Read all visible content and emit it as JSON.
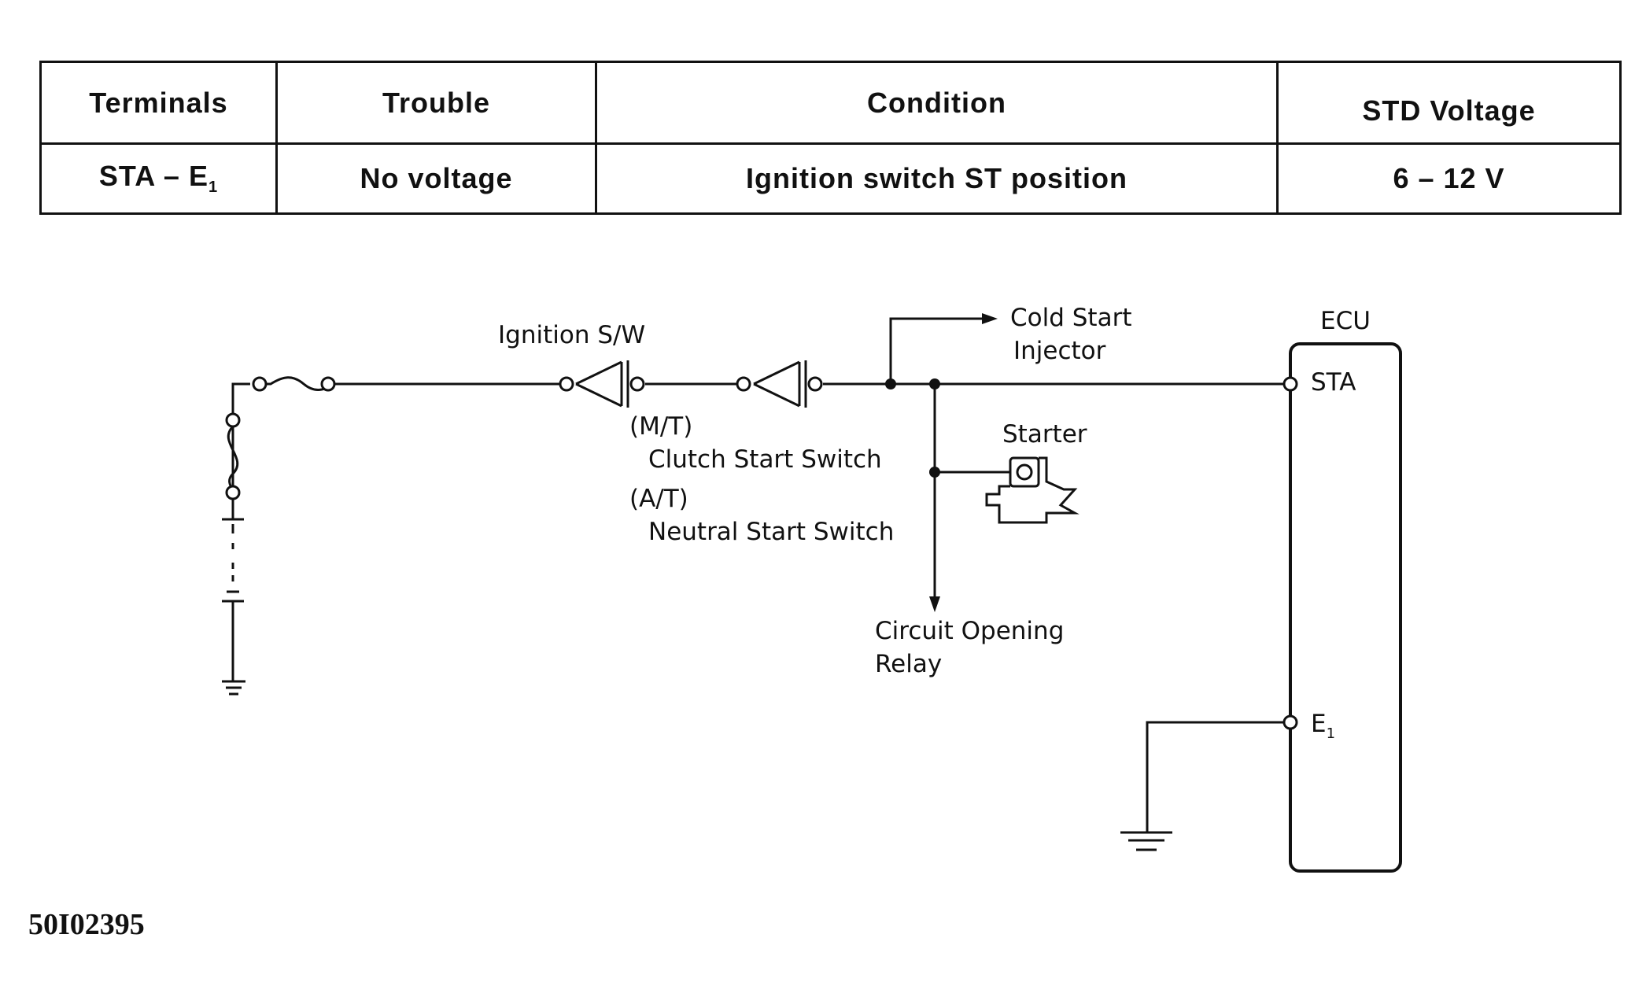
{
  "table": {
    "headers": [
      "Terminals",
      "Trouble",
      "Condition",
      "STD Voltage"
    ],
    "row": {
      "terminals_main": "STA – E",
      "terminals_sub": "1",
      "trouble": "No voltage",
      "condition": "Ignition switch ST position",
      "std_voltage": "6 – 12 V"
    }
  },
  "diagram": {
    "labels": {
      "ignition_switch": "Ignition S/W",
      "cold_start_line1": "Cold Start",
      "cold_start_line2": "Injector",
      "ecu": "ECU",
      "sta_terminal": "STA",
      "e1_terminal": "E",
      "e1_sub": "1",
      "starter": "Starter",
      "mt": "(M/T)",
      "clutch_switch": "Clutch Start Switch",
      "at": "(A/T)",
      "neutral_switch": "Neutral Start Switch",
      "relay_line1": "Circuit Opening",
      "relay_line2": "Relay"
    }
  },
  "figure_id": "50I02395"
}
